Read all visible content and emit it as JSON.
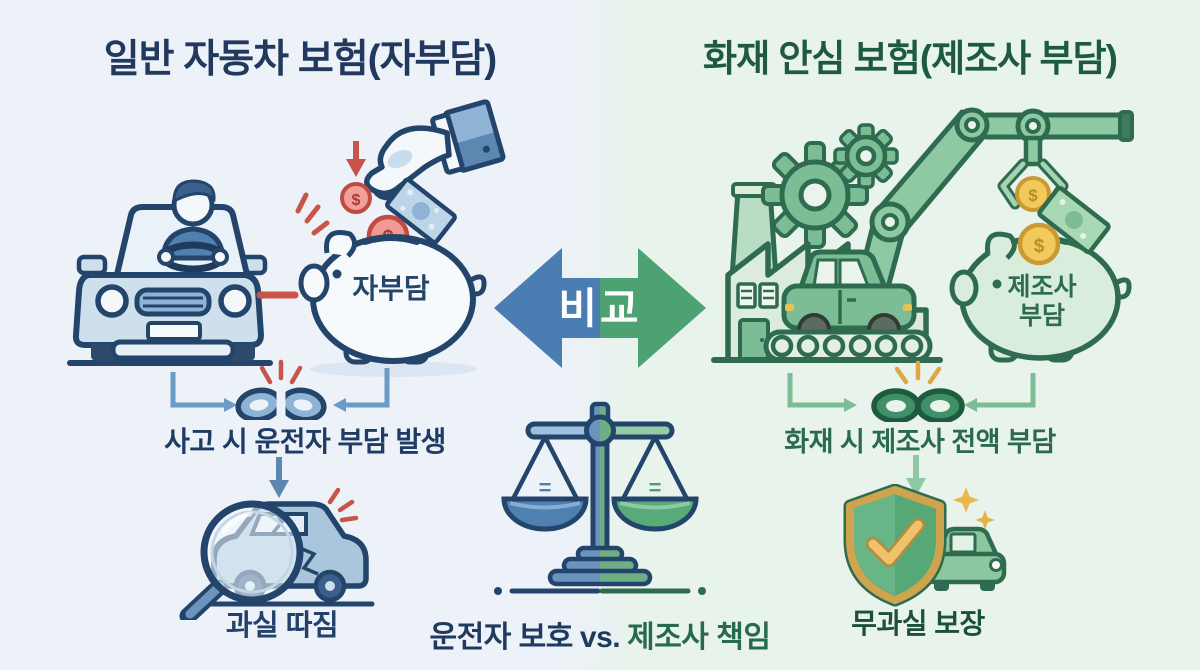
{
  "left_panel": {
    "title": "일반 자동차 보험(자부담)",
    "piggy_label": "자부담",
    "chain_caption": "사고 시 운전자 부담 발생",
    "result_caption": "과실 따짐"
  },
  "right_panel": {
    "title": "화재 안심 보험(제조사 부담)",
    "piggy_label_line1": "제조사",
    "piggy_label_line2": "부담",
    "chain_caption": "화재 시 제조사 전액 부담",
    "result_caption": "무과실 보장"
  },
  "center": {
    "compare_label": "비교",
    "verdict_left": "운전자 보호",
    "verdict_vs": "vs.",
    "verdict_right": "제조사 책임"
  },
  "symbols": {
    "dollar": "$",
    "equals": "="
  },
  "colors": {
    "left_background": "#edf1f8",
    "right_background": "#e8f3ec",
    "left_accent": "#4a7db2",
    "right_accent": "#4da273",
    "navy_text": "#22395e",
    "green_text": "#1d5a3f",
    "alert_red": "#c9544a",
    "gold": "#e8b84b"
  }
}
